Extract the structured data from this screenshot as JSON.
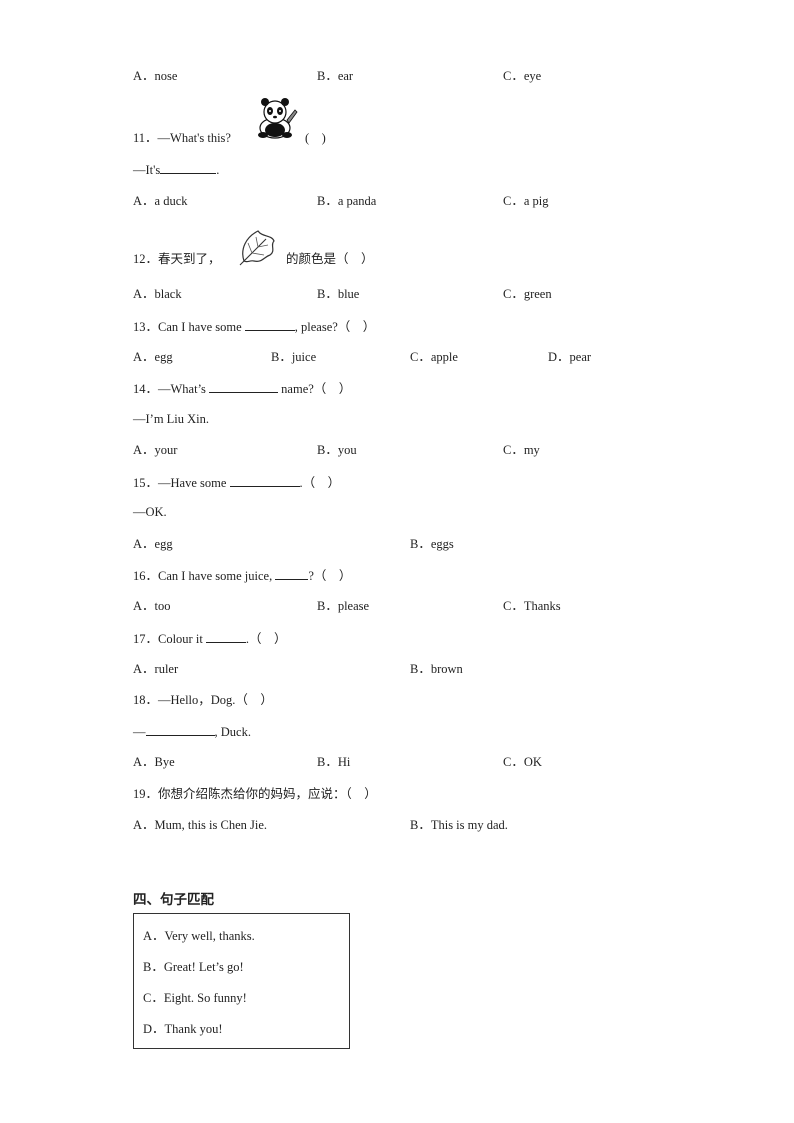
{
  "q10": {
    "options": [
      "A．nose",
      "B．ear",
      "C．eye"
    ]
  },
  "q11": {
    "prompt": "11．—What's this?",
    "paren": "(　)",
    "answer_prefix": "—It's",
    "answer_suffix": ".",
    "image": "panda-picture",
    "options": [
      "A．a duck",
      "B．a panda",
      "C．a pig"
    ]
  },
  "q12": {
    "prompt_a": "12．春天到了，",
    "prompt_b": "的颜色是（　）",
    "image": "leaf-picture",
    "options": [
      "A．black",
      "B．blue",
      "C．green"
    ]
  },
  "q13": {
    "prompt_a": "13．Can I have some",
    "prompt_b": ", please?（　）",
    "options": [
      "A．egg",
      "B．juice",
      "C．apple",
      "D．pear"
    ]
  },
  "q14": {
    "prompt_a": "14．—What’s",
    "prompt_b": "name?（　）",
    "answer": "—I’m Liu Xin.",
    "options": [
      "A．your",
      "B．you",
      "C．my"
    ]
  },
  "q15": {
    "prompt_a": "15．—Have some",
    "prompt_b": ".（　）",
    "answer": "—OK.",
    "options": [
      "A．egg",
      "B．eggs"
    ]
  },
  "q16": {
    "prompt_a": "16．Can I have some juice,",
    "prompt_b": "?（　）",
    "options": [
      "A．too",
      "B．please",
      "C．Thanks"
    ]
  },
  "q17": {
    "prompt_a": "17．Colour it",
    "prompt_b": ".（　）",
    "options": [
      "A．ruler",
      "B．brown"
    ]
  },
  "q18": {
    "prompt": "18．—Hello，Dog.（　）",
    "answer_prefix": "—",
    "answer_suffix": ", Duck.",
    "options": [
      "A．Bye",
      "B．Hi",
      "C．OK"
    ]
  },
  "q19": {
    "prompt": "19．你想介绍陈杰给你的妈妈，应说：（　）",
    "options": [
      "A．Mum, this is Chen Jie.",
      "B．This is my dad."
    ]
  },
  "section4": {
    "title": "四、句子匹配",
    "items": [
      "A．Very well, thanks.",
      "B．Great! Let’s go!",
      "C．Eight. So funny!",
      "D．Thank you!"
    ]
  }
}
